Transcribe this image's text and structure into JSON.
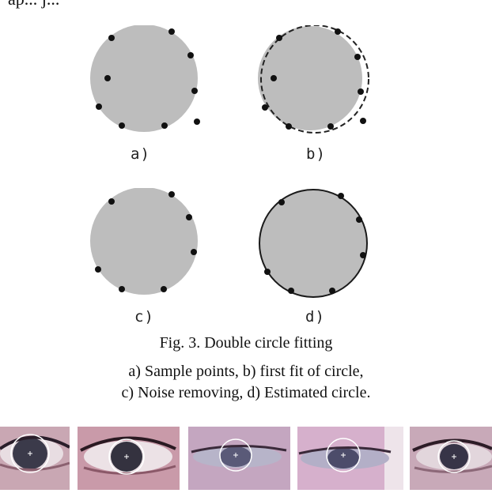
{
  "page": {
    "top_text_fragment": "ap... j..."
  },
  "figure": {
    "panels": [
      {
        "label": "a)",
        "circle_style": "none",
        "points": "all-including-outliers"
      },
      {
        "label": "b)",
        "circle_style": "dashed",
        "points": "all-including-outliers"
      },
      {
        "label": "c)",
        "circle_style": "none",
        "points": "inliers"
      },
      {
        "label": "d)",
        "circle_style": "solid",
        "points": "inliers"
      }
    ],
    "fill_color": "#bdbdbd",
    "point_color": "#111111",
    "caption_title": "Fig. 3. Double circle fitting",
    "caption_line1": "a) Sample points, b) first fit of circle,",
    "caption_line2": "c) Noise removing, d) Estimated circle."
  },
  "eye_strip": {
    "count": 5,
    "overlay_color": "#ffffff"
  }
}
